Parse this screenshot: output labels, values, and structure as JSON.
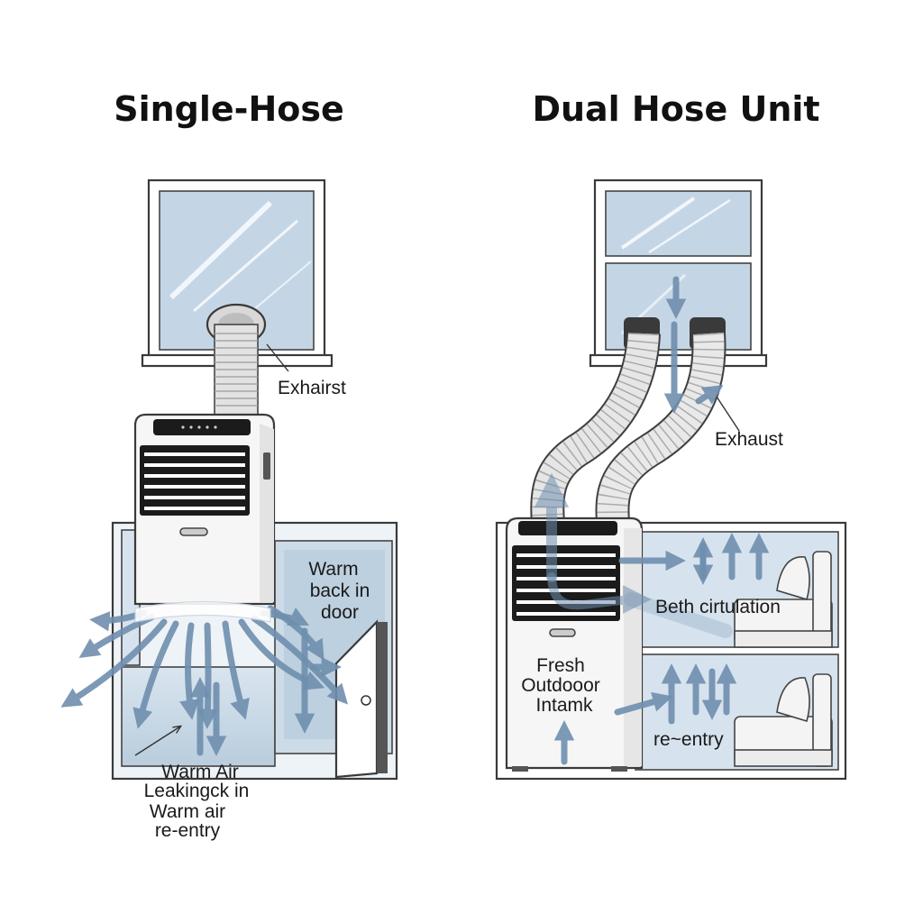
{
  "left": {
    "title": "Single-Hose",
    "exhaust_label": "Exhairst",
    "warm_back_label": [
      "Warm",
      "back in",
      "door"
    ],
    "leak_label": [
      "Warm Air",
      "Leakingck in",
      "Warm air",
      "re-entry"
    ]
  },
  "right": {
    "title": "Dual Hose Unit",
    "exhaust_label": "Exhaust",
    "circulation_label": "Beth cirtulation",
    "intake_label": [
      "Fresh",
      "Outdooor",
      "Intamk"
    ],
    "reentry_label": "re~entry"
  },
  "colors": {
    "glass": "#c4d6e6",
    "room": "#d6e3ee",
    "room_dark": "#a8bfd3",
    "airflow": "#6f8fae",
    "unit": "#f6f6f6",
    "grille": "#1b1b1b"
  }
}
